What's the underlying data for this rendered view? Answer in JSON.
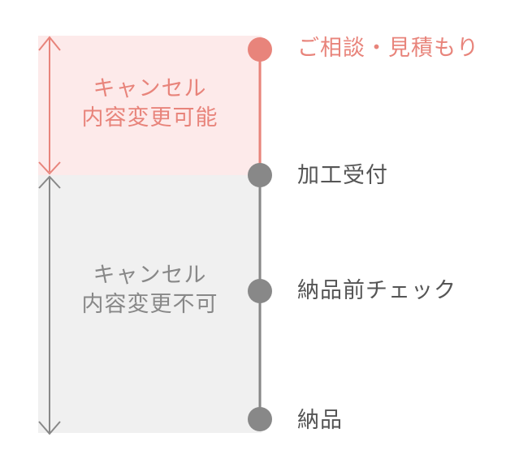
{
  "zones": {
    "cancel_possible": {
      "line1": "キャンセル",
      "line2": "内容変更可能"
    },
    "cancel_impossible": {
      "line1": "キャンセル",
      "line2": "内容変更不可"
    }
  },
  "steps": [
    {
      "label": "ご相談・見積もり",
      "status": "active"
    },
    {
      "label": "加工受付",
      "status": "inactive"
    },
    {
      "label": "納品前チェック",
      "status": "inactive"
    },
    {
      "label": "納品",
      "status": "inactive"
    }
  ],
  "colors": {
    "accent": "#e8847b",
    "accent_bg": "#fdeaea",
    "gray": "#888888",
    "gray_bg": "#f0f0f0",
    "text_dark": "#555555"
  }
}
